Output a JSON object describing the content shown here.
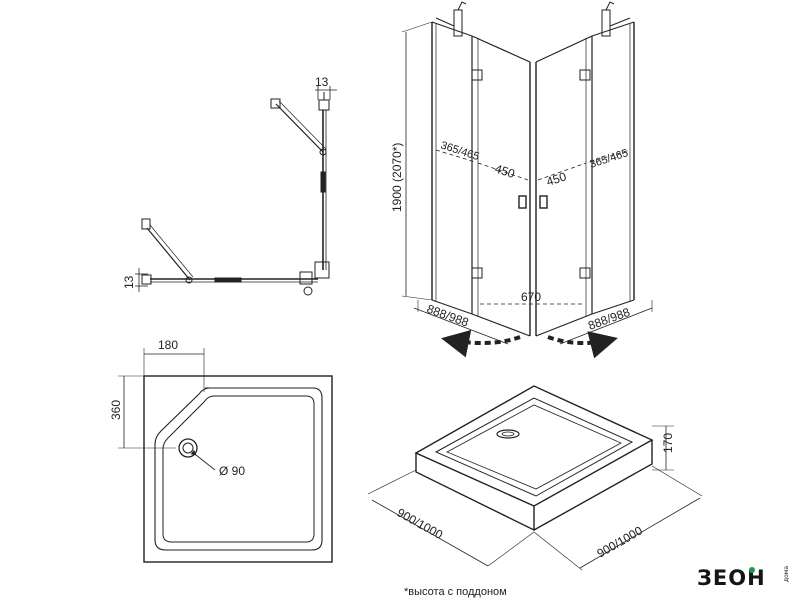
{
  "brand": {
    "logo_text": "ЗЕОН",
    "logo_subtext": "дома",
    "accent_color": "#1a9a4a"
  },
  "footnote": "*высота с поддоном",
  "top_view": {
    "dim_top": "13",
    "dim_left": "13"
  },
  "tray_top": {
    "dim_width": "180",
    "dim_height": "360",
    "drain": "Ø 90"
  },
  "enclosure": {
    "height": "1900 (2070*)",
    "left_outer": "365/465",
    "left_door": "450",
    "right_door": "450",
    "right_outer": "365/465",
    "entry_width": "670",
    "depth_left": "888/988",
    "depth_right": "888/988"
  },
  "tray_iso": {
    "height": "170",
    "width_left": "900/1000",
    "width_right": "900/1000"
  }
}
